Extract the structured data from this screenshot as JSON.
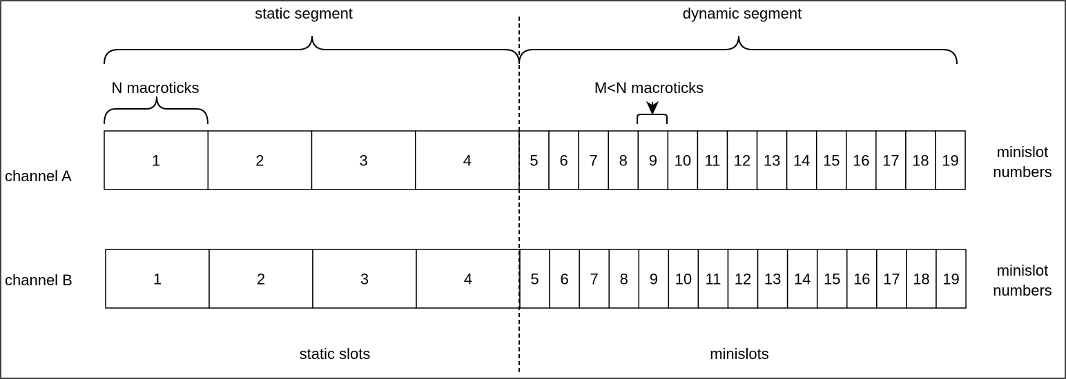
{
  "labels": {
    "static_segment": "static segment",
    "dynamic_segment": "dynamic segment",
    "n_macroticks": "N macroticks",
    "m_macroticks": "M<N macroticks",
    "channel_a": "channel A",
    "channel_b": "channel B",
    "minislot_numbers_a_line1": "minislot",
    "minislot_numbers_a_line2": "numbers",
    "minislot_numbers_b_line1": "minislot",
    "minislot_numbers_b_line2": "numbers",
    "static_slots": "static slots",
    "minislots": "minislots"
  },
  "channels": [
    {
      "name": "channel A",
      "static_slots": [
        "1",
        "2",
        "3",
        "4"
      ],
      "minislots": [
        "5",
        "6",
        "7",
        "8",
        "9",
        "10",
        "11",
        "12",
        "13",
        "14",
        "15",
        "16",
        "17",
        "18",
        "19"
      ]
    },
    {
      "name": "channel B",
      "static_slots": [
        "1",
        "2",
        "3",
        "4"
      ],
      "minislots": [
        "5",
        "6",
        "7",
        "8",
        "9",
        "10",
        "11",
        "12",
        "13",
        "14",
        "15",
        "16",
        "17",
        "18",
        "19"
      ]
    }
  ]
}
